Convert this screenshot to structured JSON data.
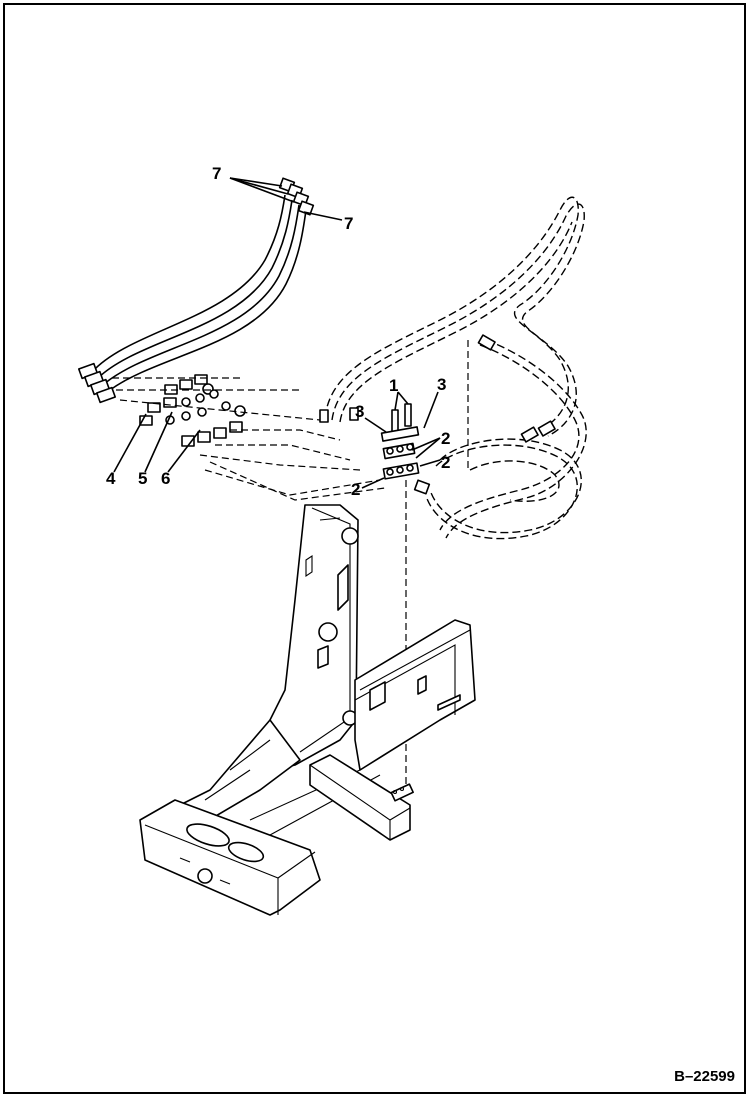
{
  "diagram": {
    "figure_number": "B–22599",
    "callouts": [
      {
        "id": "7a",
        "text": "7"
      },
      {
        "id": "7b",
        "text": "7"
      },
      {
        "id": "1",
        "text": "1"
      },
      {
        "id": "3a",
        "text": "3"
      },
      {
        "id": "3b",
        "text": "3"
      },
      {
        "id": "2a",
        "text": "2"
      },
      {
        "id": "2b",
        "text": "2"
      },
      {
        "id": "2c",
        "text": "2"
      },
      {
        "id": "4",
        "text": "4"
      },
      {
        "id": "5",
        "text": "5"
      },
      {
        "id": "6",
        "text": "6"
      }
    ]
  }
}
